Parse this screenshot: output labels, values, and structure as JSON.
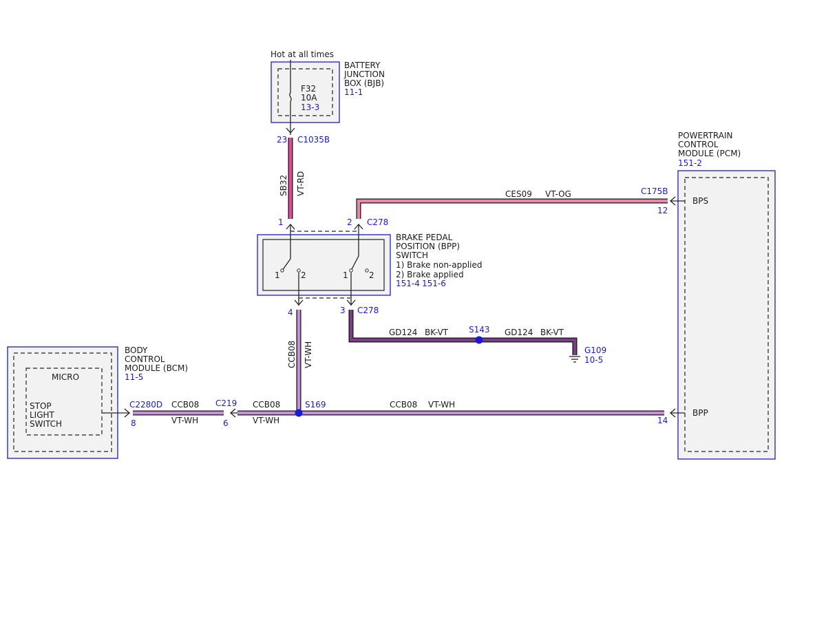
{
  "colors": {
    "vt_rd": "#e0509a",
    "vt_og": "#e58aa8",
    "vt_wh": "#c78fd8",
    "bk_vt": "#7a3f86",
    "outline": "#111111",
    "label_blue": "#1a1ad6",
    "module_border": "#2a2ad0"
  },
  "bjb": {
    "supply": "Hot at all times",
    "name_lines": [
      "BATTERY",
      "JUNCTION",
      "BOX (BJB)"
    ],
    "ref": "11-1",
    "fuse": "F32",
    "fuse_rating": "10A",
    "fuse_ref": "13-3"
  },
  "pcm": {
    "name_lines": [
      "POWERTRAIN",
      "CONTROL",
      "MODULE (PCM)"
    ],
    "ref": "151-2",
    "pin_bps": "BPS",
    "pin_bpp": "BPP"
  },
  "bpp": {
    "name_lines": [
      "BRAKE PEDAL",
      "POSITION (BPP)",
      "SWITCH"
    ],
    "note1": "1) Brake non-applied",
    "note2": "2) Brake applied",
    "ref1": "151-4",
    "ref2": "151-6",
    "sw_left_1": "1",
    "sw_left_2": "2",
    "sw_right_1": "1",
    "sw_right_2": "2"
  },
  "bcm": {
    "name_lines": [
      "BODY",
      "CONTROL",
      "MODULE (BCM)"
    ],
    "ref": "11-5",
    "micro": "MICRO",
    "switch_lines": [
      "STOP",
      "LIGHT",
      "SWITCH"
    ]
  },
  "connectors": {
    "c1035b": "C1035B",
    "c1035b_pin": "23",
    "c278_top": "C278",
    "c278_pin1": "1",
    "c278_pin2": "2",
    "c278_bottom": "C278",
    "c278_pin4": "4",
    "c278_pin3": "3",
    "c175b": "C175B",
    "c175b_pin12": "12",
    "c175b_pin14": "14",
    "c219": "C219",
    "c219_pin": "6",
    "c2280d": "C2280D",
    "c2280d_pin": "8"
  },
  "splices": {
    "s143": "S143",
    "s169": "S169"
  },
  "ground": {
    "name": "G109",
    "ref": "10-5"
  },
  "wires": {
    "sb32_circuit": "SB32",
    "sb32_color": "VT-RD",
    "ces09_circuit": "CES09",
    "ces09_color": "VT-OG",
    "gd124_a_circuit": "GD124",
    "gd124_a_color": "BK-VT",
    "gd124_b_circuit": "GD124",
    "gd124_b_color": "BK-VT",
    "ccb08_v_circuit": "CCB08",
    "ccb08_v_color": "VT-WH",
    "ccb08_h_circuit": "CCB08",
    "ccb08_h_color": "VT-WH",
    "ccb08_l1_circuit": "CCB08",
    "ccb08_l1_color": "VT-WH",
    "ccb08_l2_circuit": "CCB08",
    "ccb08_l2_color": "VT-WH"
  }
}
